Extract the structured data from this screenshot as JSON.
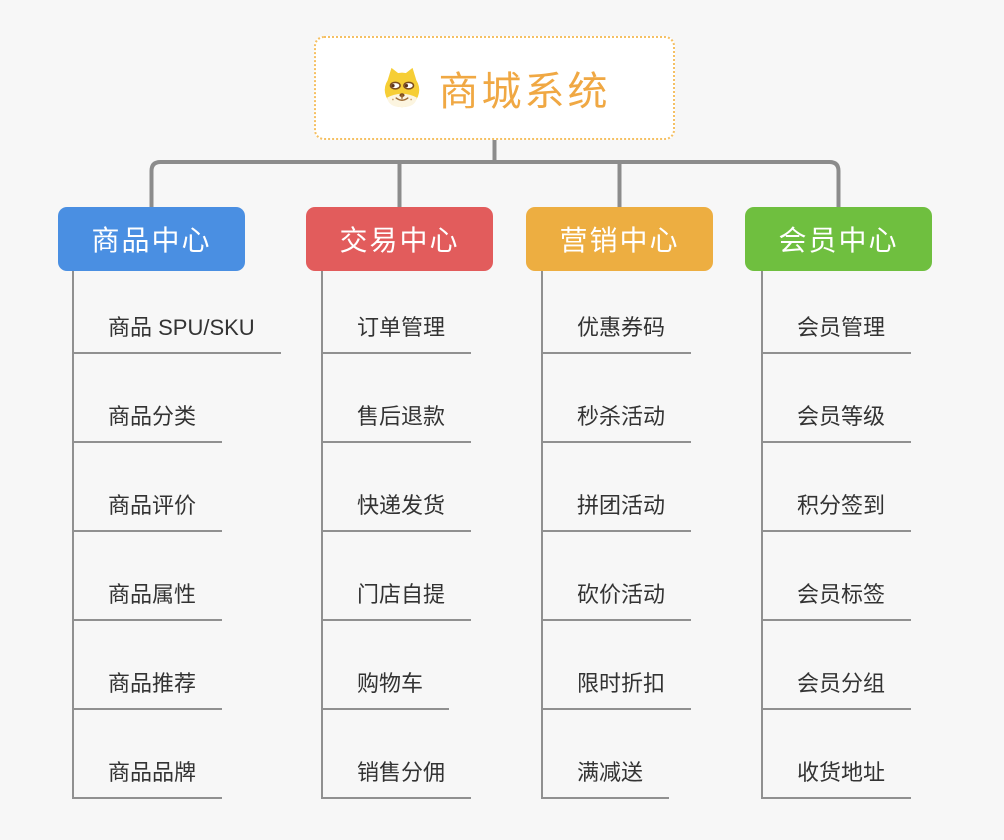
{
  "canvas": {
    "background": "#f7f7f7"
  },
  "root": {
    "title": "商城系统",
    "icon": "doge-face-icon",
    "title_color": "#F0A843",
    "border_color": "#F5C063",
    "background": "#FFFFFF"
  },
  "connector_color": "#8C8C8C",
  "leaf_line_color": "#909090",
  "branches": [
    {
      "label": "商品中心",
      "color": "#4A8FE2",
      "children": [
        "商品 SPU/SKU",
        "商品分类",
        "商品评价",
        "商品属性",
        "商品推荐",
        "商品品牌"
      ]
    },
    {
      "label": "交易中心",
      "color": "#E25C5C",
      "children": [
        "订单管理",
        "售后退款",
        "快递发货",
        "门店自提",
        "购物车",
        "销售分佣"
      ]
    },
    {
      "label": "营销中心",
      "color": "#EDAE41",
      "children": [
        "优惠券码",
        "秒杀活动",
        "拼团活动",
        "砍价活动",
        "限时折扣",
        "满减送"
      ]
    },
    {
      "label": "会员中心",
      "color": "#6FBF3F",
      "children": [
        "会员管理",
        "会员等级",
        "积分签到",
        "会员标签",
        "会员分组",
        "收货地址"
      ]
    }
  ]
}
